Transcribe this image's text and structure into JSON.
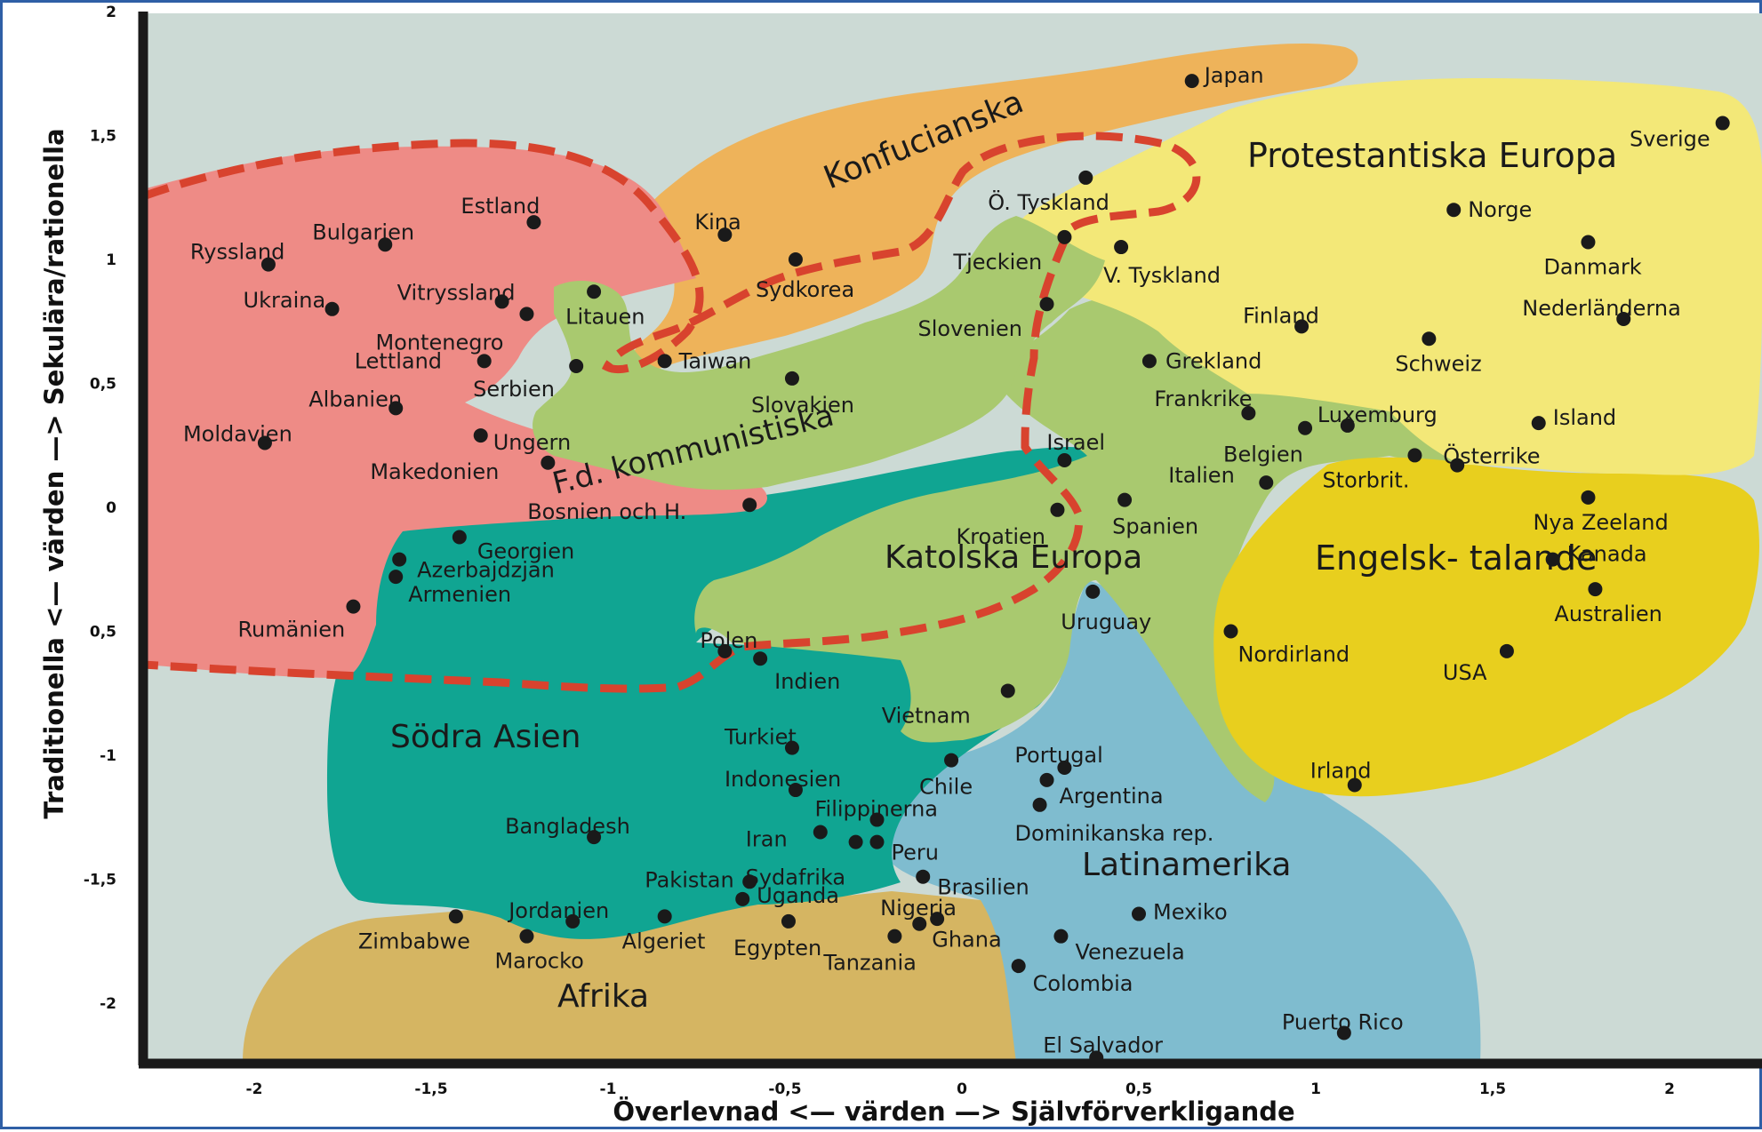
{
  "chart_data": {
    "type": "scatter",
    "xlabel": "Överlevnad <— värden —> Självförverkligande",
    "ylabel": "Traditionella <— värden —> Sekulära/rationella",
    "xlim": [
      -2.25,
      2.25
    ],
    "ylim": [
      -2.25,
      2.0
    ],
    "x_ticks": [
      {
        "v": -2,
        "label": "-2"
      },
      {
        "v": -1.5,
        "label": "-1,5"
      },
      {
        "v": -1,
        "label": "-1"
      },
      {
        "v": -0.5,
        "label": "-0,5"
      },
      {
        "v": 0,
        "label": "0"
      },
      {
        "v": 0.5,
        "label": "0,5"
      },
      {
        "v": 1,
        "label": "1"
      },
      {
        "v": 1.5,
        "label": "1,5"
      },
      {
        "v": 2,
        "label": "2"
      }
    ],
    "y_ticks": [
      {
        "v": 2,
        "label": "2"
      },
      {
        "v": 1.5,
        "label": "1,5"
      },
      {
        "v": 1,
        "label": "1"
      },
      {
        "v": 0.5,
        "label": "0,5"
      },
      {
        "v": 0,
        "label": "0"
      },
      {
        "v": -0.5,
        "label": "0,5"
      },
      {
        "v": -1,
        "label": "-1"
      },
      {
        "v": -1.5,
        "label": "-1,5"
      },
      {
        "v": -2,
        "label": "-2"
      }
    ],
    "grid": false,
    "zones": [
      {
        "name": "F.d. kommunistiska",
        "color": "#ee8b86"
      },
      {
        "name": "Konfucianska",
        "color": "#eeb35a"
      },
      {
        "name": "Protestantiska Europa",
        "color": "#f3e878"
      },
      {
        "name": "Katolska Europa",
        "color": "#a9c96f"
      },
      {
        "name": "Engelsk- talande",
        "color": "#e8cf1e"
      },
      {
        "name": "Södra Asien",
        "color": "#10a592"
      },
      {
        "name": "Latinamerika",
        "color": "#7fbccf"
      },
      {
        "name": "Afrika",
        "color": "#d5b562"
      }
    ],
    "boundary_color": "#d8432e",
    "background_color": "#ccdad5",
    "countries": [
      {
        "name": "Japan",
        "x": 0.65,
        "y": 1.72
      },
      {
        "name": "Sverige",
        "x": 2.15,
        "y": 1.55
      },
      {
        "name": "Ö. Tyskland",
        "x": 0.35,
        "y": 1.33
      },
      {
        "name": "Norge",
        "x": 1.39,
        "y": 1.2
      },
      {
        "name": "Danmark",
        "x": 1.77,
        "y": 1.07
      },
      {
        "name": "Tjeckien",
        "x": 0.29,
        "y": 1.09
      },
      {
        "name": "V. Tyskland",
        "x": 0.45,
        "y": 1.05
      },
      {
        "name": "Kina",
        "x": -0.67,
        "y": 1.1
      },
      {
        "name": "Sydkorea",
        "x": -0.47,
        "y": 1.0
      },
      {
        "name": "Slovenien",
        "x": 0.24,
        "y": 0.82
      },
      {
        "name": "Finland",
        "x": 0.96,
        "y": 0.73
      },
      {
        "name": "Nederländerna",
        "x": 1.87,
        "y": 0.76
      },
      {
        "name": "Schweiz",
        "x": 1.32,
        "y": 0.68
      },
      {
        "name": "Grekland",
        "x": 0.53,
        "y": 0.59
      },
      {
        "name": "Taiwan",
        "x": -0.84,
        "y": 0.59
      },
      {
        "name": "Slovakien",
        "x": -0.48,
        "y": 0.52
      },
      {
        "name": "Frankrike",
        "x": 0.81,
        "y": 0.38
      },
      {
        "name": "Luxemburg",
        "x": 1.09,
        "y": 0.33
      },
      {
        "name": "Belgien",
        "x": 0.97,
        "y": 0.32
      },
      {
        "name": "Island",
        "x": 1.63,
        "y": 0.34
      },
      {
        "name": "Israel",
        "x": 0.29,
        "y": 0.19
      },
      {
        "name": "Österrike",
        "x": 1.4,
        "y": 0.17
      },
      {
        "name": "Storbrit.",
        "x": 1.28,
        "y": 0.21
      },
      {
        "name": "Italien",
        "x": 0.86,
        "y": 0.1
      },
      {
        "name": "Spanien",
        "x": 0.46,
        "y": 0.03
      },
      {
        "name": "Kroatien",
        "x": 0.27,
        "y": -0.01
      },
      {
        "name": "Nya Zeeland",
        "x": 1.77,
        "y": 0.04
      },
      {
        "name": "Kanada",
        "x": 1.67,
        "y": -0.21
      },
      {
        "name": "Australien",
        "x": 1.79,
        "y": -0.33
      },
      {
        "name": "Uruguay",
        "x": 0.37,
        "y": -0.34
      },
      {
        "name": "Nordirland",
        "x": 0.76,
        "y": -0.5
      },
      {
        "name": "USA",
        "x": 1.54,
        "y": -0.58
      },
      {
        "name": "Irland",
        "x": 1.11,
        "y": -1.12
      },
      {
        "name": "Estland",
        "x": -1.21,
        "y": 1.15
      },
      {
        "name": "Bulgarien",
        "x": -1.63,
        "y": 1.06
      },
      {
        "name": "Ryssland",
        "x": -1.96,
        "y": 0.98
      },
      {
        "name": "Vitryssland",
        "x": -1.3,
        "y": 0.83
      },
      {
        "name": "Ukraina",
        "x": -1.78,
        "y": 0.8
      },
      {
        "name": "Litauen",
        "x": -1.04,
        "y": 0.87
      },
      {
        "name": "Montenegro",
        "x": -1.23,
        "y": 0.78
      },
      {
        "name": "Lettland",
        "x": -1.35,
        "y": 0.59
      },
      {
        "name": "Serbien",
        "x": -1.09,
        "y": 0.57
      },
      {
        "name": "Albanien",
        "x": -1.6,
        "y": 0.4
      },
      {
        "name": "Moldavien",
        "x": -1.97,
        "y": 0.26
      },
      {
        "name": "Ungern",
        "x": -1.36,
        "y": 0.29
      },
      {
        "name": "Makedonien",
        "x": -1.17,
        "y": 0.18
      },
      {
        "name": "Bosnien och H.",
        "x": -0.6,
        "y": 0.01
      },
      {
        "name": "Georgien",
        "x": -1.42,
        "y": -0.12
      },
      {
        "name": "Azerbajdzjan",
        "x": -1.59,
        "y": -0.21
      },
      {
        "name": "Armenien",
        "x": -1.6,
        "y": -0.28
      },
      {
        "name": "Rumänien",
        "x": -1.72,
        "y": -0.4
      },
      {
        "name": "Polen",
        "x": -0.67,
        "y": -0.58
      },
      {
        "name": "Indien",
        "x": -0.57,
        "y": -0.61
      },
      {
        "name": "Vietnam",
        "x": 0.13,
        "y": -0.74
      },
      {
        "name": "Turkiet",
        "x": -0.48,
        "y": -0.97
      },
      {
        "name": "Chile",
        "x": -0.03,
        "y": -1.02
      },
      {
        "name": "Portugal",
        "x": 0.29,
        "y": -1.05
      },
      {
        "name": "Indonesien",
        "x": -0.47,
        "y": -1.14
      },
      {
        "name": "Argentina",
        "x": 0.24,
        "y": -1.1
      },
      {
        "name": "Dominikanska rep.",
        "x": 0.22,
        "y": -1.2
      },
      {
        "name": "Filippinerna",
        "x": -0.24,
        "y": -1.26
      },
      {
        "name": "Iran",
        "x": -0.4,
        "y": -1.31
      },
      {
        "name": "Bangladesh",
        "x": -1.04,
        "y": -1.33
      },
      {
        "name": "Peru",
        "x": -0.24,
        "y": -1.35
      },
      {
        "name": "Sydafrika",
        "x": -0.3,
        "y": -1.35
      },
      {
        "name": "Brasilien",
        "x": -0.11,
        "y": -1.49
      },
      {
        "name": "Pakistan",
        "x": -0.6,
        "y": -1.51
      },
      {
        "name": "Uganda",
        "x": -0.62,
        "y": -1.58
      },
      {
        "name": "Jordanien",
        "x": -1.1,
        "y": -1.67
      },
      {
        "name": "Zimbabwe",
        "x": -1.43,
        "y": -1.65
      },
      {
        "name": "Algeriet",
        "x": -0.84,
        "y": -1.65
      },
      {
        "name": "Marocko",
        "x": -1.23,
        "y": -1.73
      },
      {
        "name": "Egypten",
        "x": -0.49,
        "y": -1.67
      },
      {
        "name": "Nigeria",
        "x": -0.07,
        "y": -1.66
      },
      {
        "name": "Ghana",
        "x": -0.12,
        "y": -1.68
      },
      {
        "name": "Tanzania",
        "x": -0.19,
        "y": -1.73
      },
      {
        "name": "Mexiko",
        "x": 0.5,
        "y": -1.64
      },
      {
        "name": "Venezuela",
        "x": 0.28,
        "y": -1.73
      },
      {
        "name": "Colombia",
        "x": 0.16,
        "y": -1.85
      },
      {
        "name": "Puerto Rico",
        "x": 1.08,
        "y": -2.12
      },
      {
        "name": "El Salvador",
        "x": 0.38,
        "y": -2.22
      }
    ]
  }
}
